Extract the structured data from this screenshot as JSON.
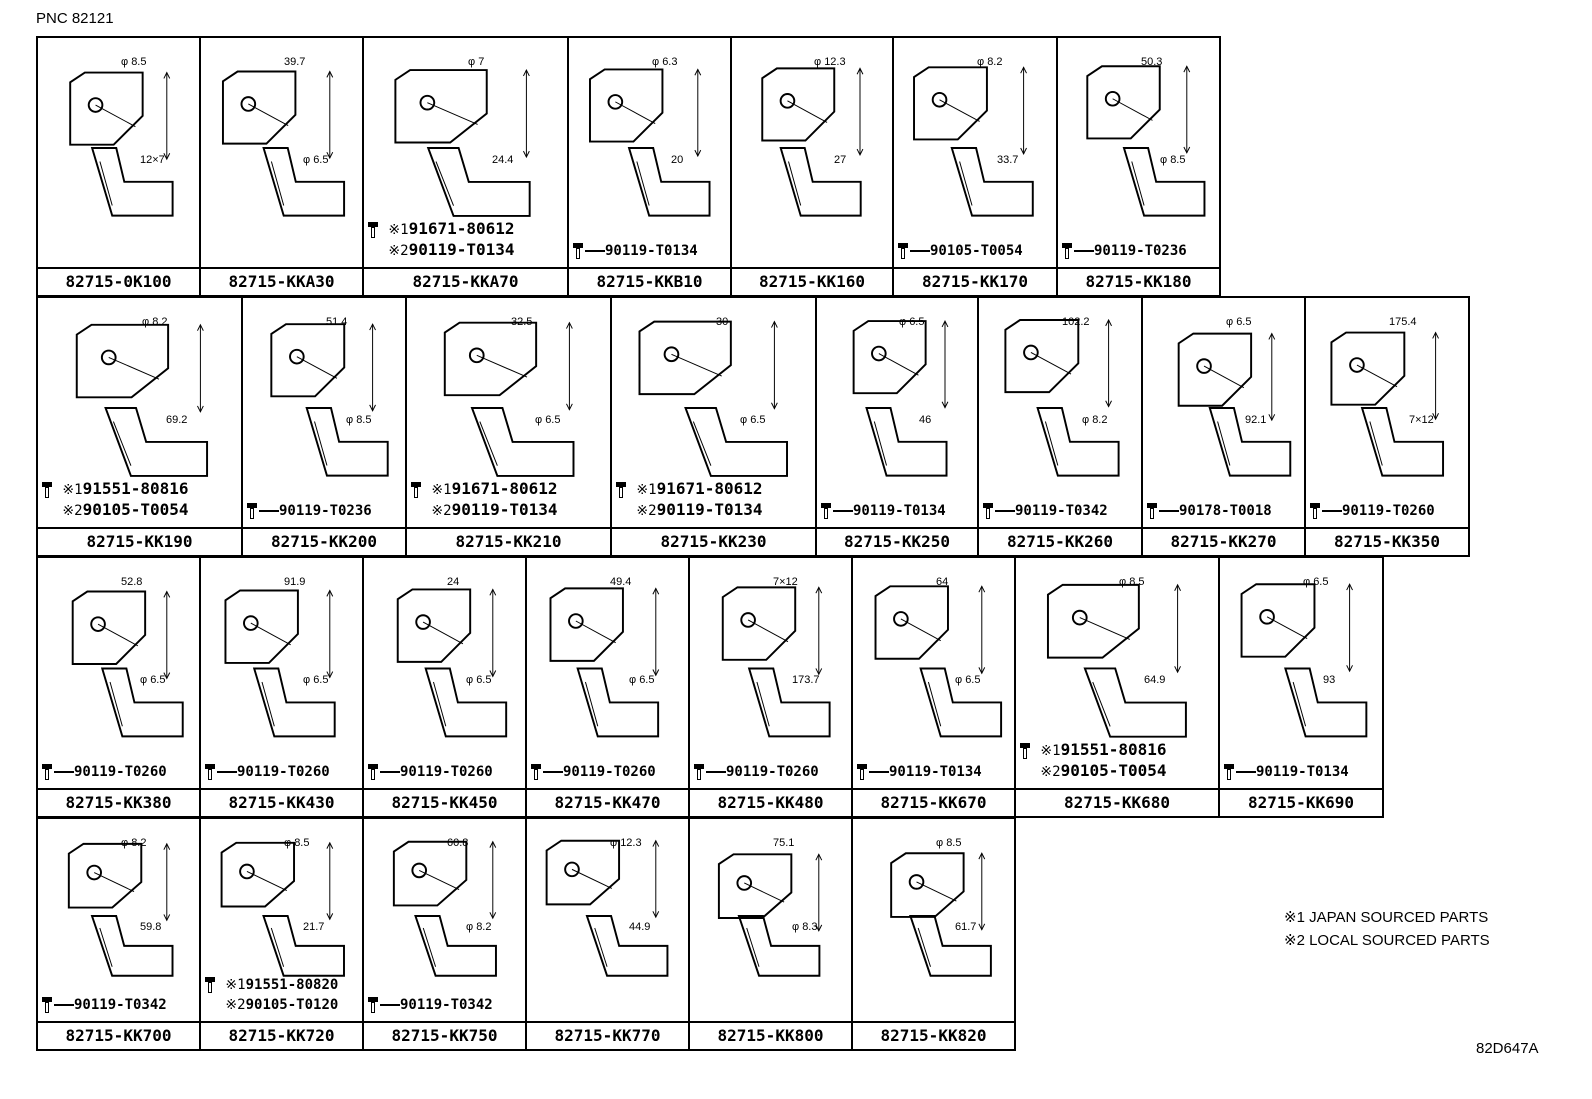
{
  "header": {
    "pnc": "PNC 82121"
  },
  "footer": {
    "doc_id": "82D647A"
  },
  "legend": {
    "line1": "※1 JAPAN SOURCED PARTS",
    "line2": "※2 LOCAL SOURCED PARTS"
  },
  "cells": [
    {
      "part": "82715-0K100",
      "dims": [
        "φ 8.5",
        "12×7"
      ],
      "fasteners": []
    },
    {
      "part": "82715-KKA30",
      "dims": [
        "39.7",
        "φ 6.5"
      ],
      "fasteners": []
    },
    {
      "part": "82715-KKA70",
      "dims": [
        "φ 7",
        "24.4"
      ],
      "fasteners": [
        {
          "mark": "※1",
          "pn": "91671-80612"
        },
        {
          "mark": "※2",
          "pn": "90119-T0134"
        }
      ]
    },
    {
      "part": "82715-KKB10",
      "dims": [
        "φ 6.3",
        "20"
      ],
      "fasteners": [
        {
          "mark": "",
          "pn": "90119-T0134"
        }
      ]
    },
    {
      "part": "82715-KK160",
      "dims": [
        "φ 12.3",
        "27"
      ],
      "fasteners": []
    },
    {
      "part": "82715-KK170",
      "dims": [
        "φ 8.2",
        "33.7"
      ],
      "fasteners": [
        {
          "mark": "",
          "pn": "90105-T0054"
        }
      ]
    },
    {
      "part": "82715-KK180",
      "dims": [
        "50.3",
        "φ 8.5"
      ],
      "fasteners": [
        {
          "mark": "",
          "pn": "90119-T0236"
        }
      ]
    },
    {
      "part": "82715-KK190",
      "dims": [
        "φ 8.2",
        "69.2"
      ],
      "fasteners": [
        {
          "mark": "※1",
          "pn": "91551-80816"
        },
        {
          "mark": "※2",
          "pn": "90105-T0054"
        }
      ]
    },
    {
      "part": "82715-KK200",
      "dims": [
        "51.4",
        "φ 8.5"
      ],
      "fasteners": [
        {
          "mark": "",
          "pn": "90119-T0236"
        }
      ]
    },
    {
      "part": "82715-KK210",
      "dims": [
        "32.5",
        "φ 6.5"
      ],
      "fasteners": [
        {
          "mark": "※1",
          "pn": "91671-80612"
        },
        {
          "mark": "※2",
          "pn": "90119-T0134"
        }
      ]
    },
    {
      "part": "82715-KK230",
      "dims": [
        "30",
        "φ 6.5"
      ],
      "fasteners": [
        {
          "mark": "※1",
          "pn": "91671-80612"
        },
        {
          "mark": "※2",
          "pn": "90119-T0134"
        }
      ]
    },
    {
      "part": "82715-KK250",
      "dims": [
        "φ 6.5",
        "46"
      ],
      "fasteners": [
        {
          "mark": "",
          "pn": "90119-T0134"
        }
      ]
    },
    {
      "part": "82715-KK260",
      "dims": [
        "102.2",
        "φ 8.2"
      ],
      "fasteners": [
        {
          "mark": "",
          "pn": "90119-T0342"
        }
      ]
    },
    {
      "part": "82715-KK270",
      "dims": [
        "φ 6.5",
        "92.1"
      ],
      "fasteners": [
        {
          "mark": "",
          "pn": "90178-T0018"
        }
      ]
    },
    {
      "part": "82715-KK350",
      "dims": [
        "175.4",
        "7×12"
      ],
      "fasteners": [
        {
          "mark": "",
          "pn": "90119-T0260"
        }
      ]
    },
    {
      "part": "82715-KK380",
      "dims": [
        "52.8",
        "φ 6.5"
      ],
      "fasteners": [
        {
          "mark": "",
          "pn": "90119-T0260"
        }
      ]
    },
    {
      "part": "82715-KK430",
      "dims": [
        "91.9",
        "φ 6.5"
      ],
      "fasteners": [
        {
          "mark": "",
          "pn": "90119-T0260"
        }
      ]
    },
    {
      "part": "82715-KK450",
      "dims": [
        "24",
        "φ 6.5"
      ],
      "fasteners": [
        {
          "mark": "",
          "pn": "90119-T0260"
        }
      ]
    },
    {
      "part": "82715-KK470",
      "dims": [
        "49.4",
        "φ 6.5"
      ],
      "fasteners": [
        {
          "mark": "",
          "pn": "90119-T0260"
        }
      ]
    },
    {
      "part": "82715-KK480",
      "dims": [
        "7×12",
        "173.7"
      ],
      "fasteners": [
        {
          "mark": "",
          "pn": "90119-T0260"
        }
      ]
    },
    {
      "part": "82715-KK670",
      "dims": [
        "64",
        "φ 6.5"
      ],
      "fasteners": [
        {
          "mark": "",
          "pn": "90119-T0134"
        }
      ]
    },
    {
      "part": "82715-KK680",
      "dims": [
        "φ 8.5",
        "64.9"
      ],
      "fasteners": [
        {
          "mark": "※1",
          "pn": "91551-80816"
        },
        {
          "mark": "※2",
          "pn": "90105-T0054"
        }
      ]
    },
    {
      "part": "82715-KK690",
      "dims": [
        "φ 6.5",
        "93"
      ],
      "fasteners": [
        {
          "mark": "",
          "pn": "90119-T0134"
        }
      ]
    },
    {
      "part": "82715-KK700",
      "dims": [
        "φ 8.2",
        "59.8"
      ],
      "fasteners": [
        {
          "mark": "",
          "pn": "90119-T0342"
        }
      ]
    },
    {
      "part": "82715-KK720",
      "dims": [
        "φ 8.5",
        "21.7"
      ],
      "fasteners": [
        {
          "mark": "※1",
          "pn": "91551-80820"
        },
        {
          "mark": "※2",
          "pn": "90105-T0120"
        }
      ]
    },
    {
      "part": "82715-KK750",
      "dims": [
        "60.8",
        "φ 8.2"
      ],
      "fasteners": [
        {
          "mark": "",
          "pn": "90119-T0342"
        }
      ]
    },
    {
      "part": "82715-KK770",
      "dims": [
        "φ 12.3",
        "44.9"
      ],
      "fasteners": []
    },
    {
      "part": "82715-KK800",
      "dims": [
        "75.1",
        "φ 8.3"
      ],
      "fasteners": []
    },
    {
      "part": "82715-KK820",
      "dims": [
        "φ 8.5",
        "61.7"
      ],
      "fasteners": []
    }
  ]
}
